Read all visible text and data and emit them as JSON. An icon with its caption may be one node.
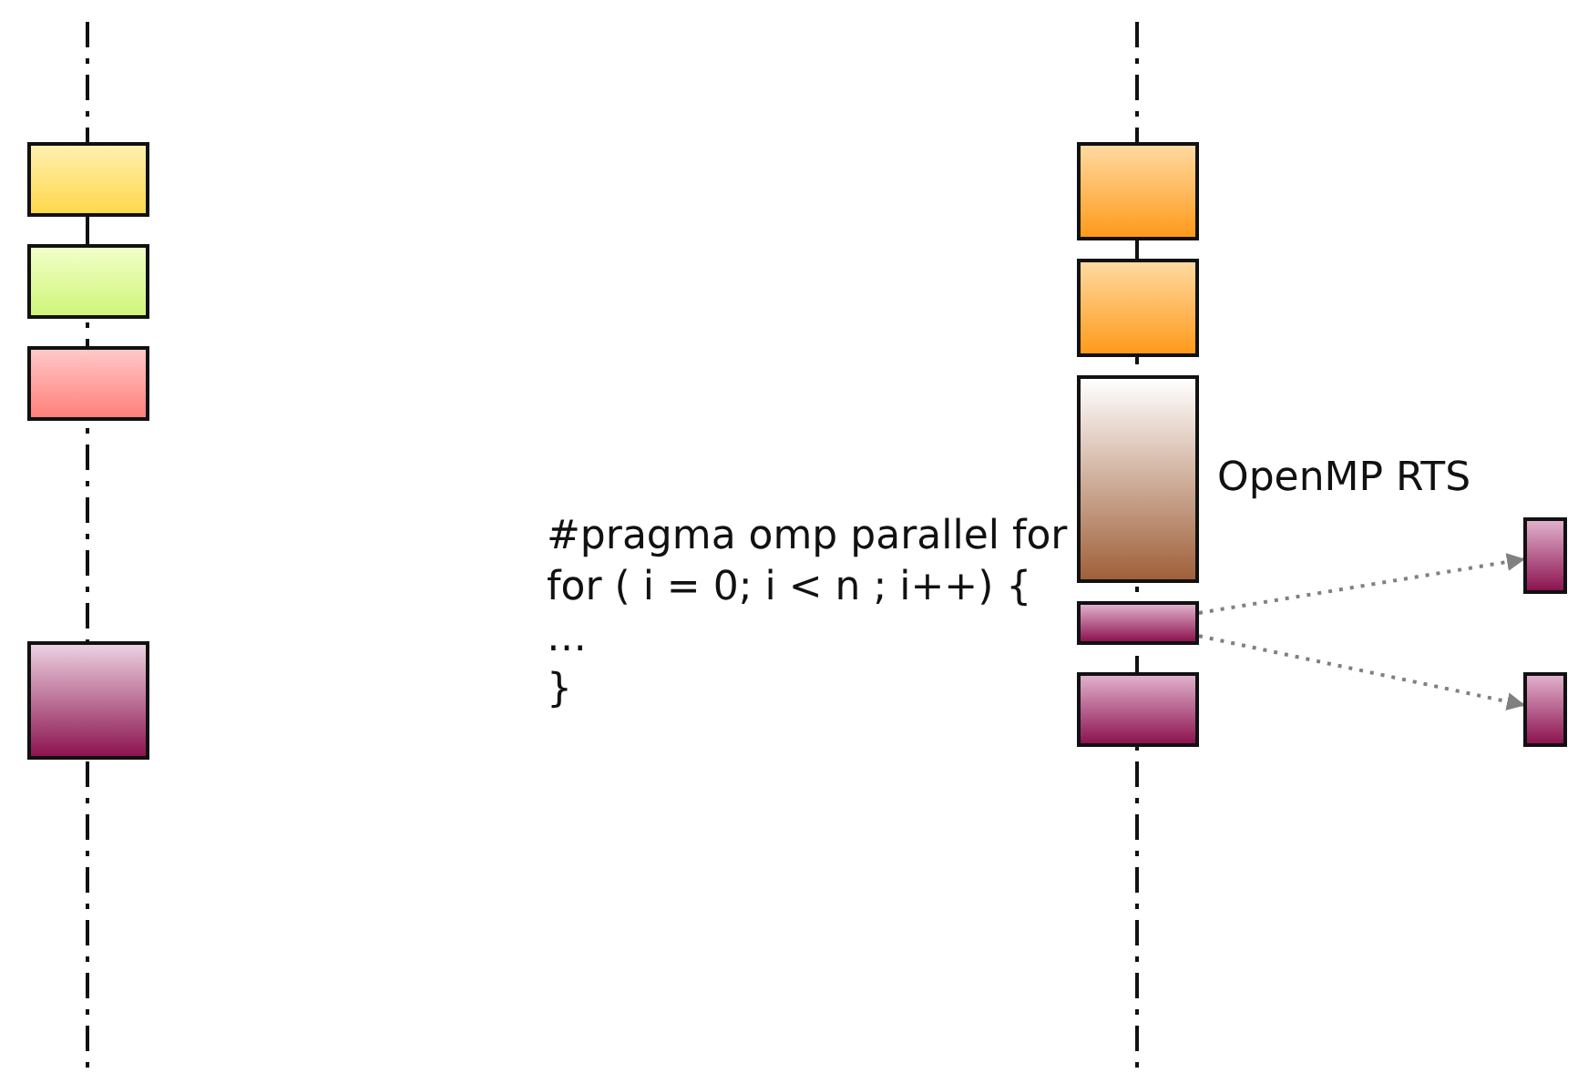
{
  "diagram": {
    "nodes": [
      {
        "text": [],
        "shape": "box"
      },
      {
        "text": [],
        "shape": "box"
      },
      {
        "text": [],
        "shape": "box"
      },
      {
        "text": [],
        "shape": "box"
      },
      {
        "text": [],
        "shape": "box"
      },
      {
        "text": [],
        "shape": "box"
      },
      {
        "text": [],
        "shape": "box"
      },
      {
        "text": [],
        "shape": "box"
      },
      {
        "text": [],
        "shape": "box"
      },
      {
        "text": [],
        "shape": "box"
      },
      {
        "text": [],
        "shape": "box"
      }
    ],
    "edges": [
      {
        "from": 7,
        "to": 9,
        "arrow": "to",
        "style": "dashed"
      },
      {
        "from": 7,
        "to": 10,
        "arrow": "to",
        "style": "dashed"
      }
    ],
    "labels": [
      "#pragma omp parallel for",
      "for ( i = 0; i < n ; i++) {",
      "…",
      "}",
      "OpenMP RTS"
    ]
  }
}
